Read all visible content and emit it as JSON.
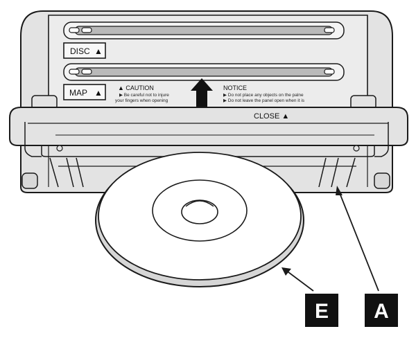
{
  "buttons": {
    "disc": "DISC",
    "map": "MAP",
    "eject_symbol": "▲"
  },
  "caution": {
    "heading": "▲ CAUTION",
    "lines": [
      "▶ Be careful not to injure",
      "your fingers when opening"
    ]
  },
  "notice": {
    "heading": "NOTICE",
    "lines": [
      "▶ Do not place any objects on the palne",
      "▶ Do not leave the panel open when it is"
    ]
  },
  "panel": {
    "close_label": "CLOSE ▲"
  },
  "callouts": {
    "panel": "A",
    "disc": "E"
  },
  "colors": {
    "unit_fill": "#e3e3e3",
    "slot_fill": "#b9b9b9",
    "line": "#1a1a1a",
    "callout_bg": "#111111"
  }
}
